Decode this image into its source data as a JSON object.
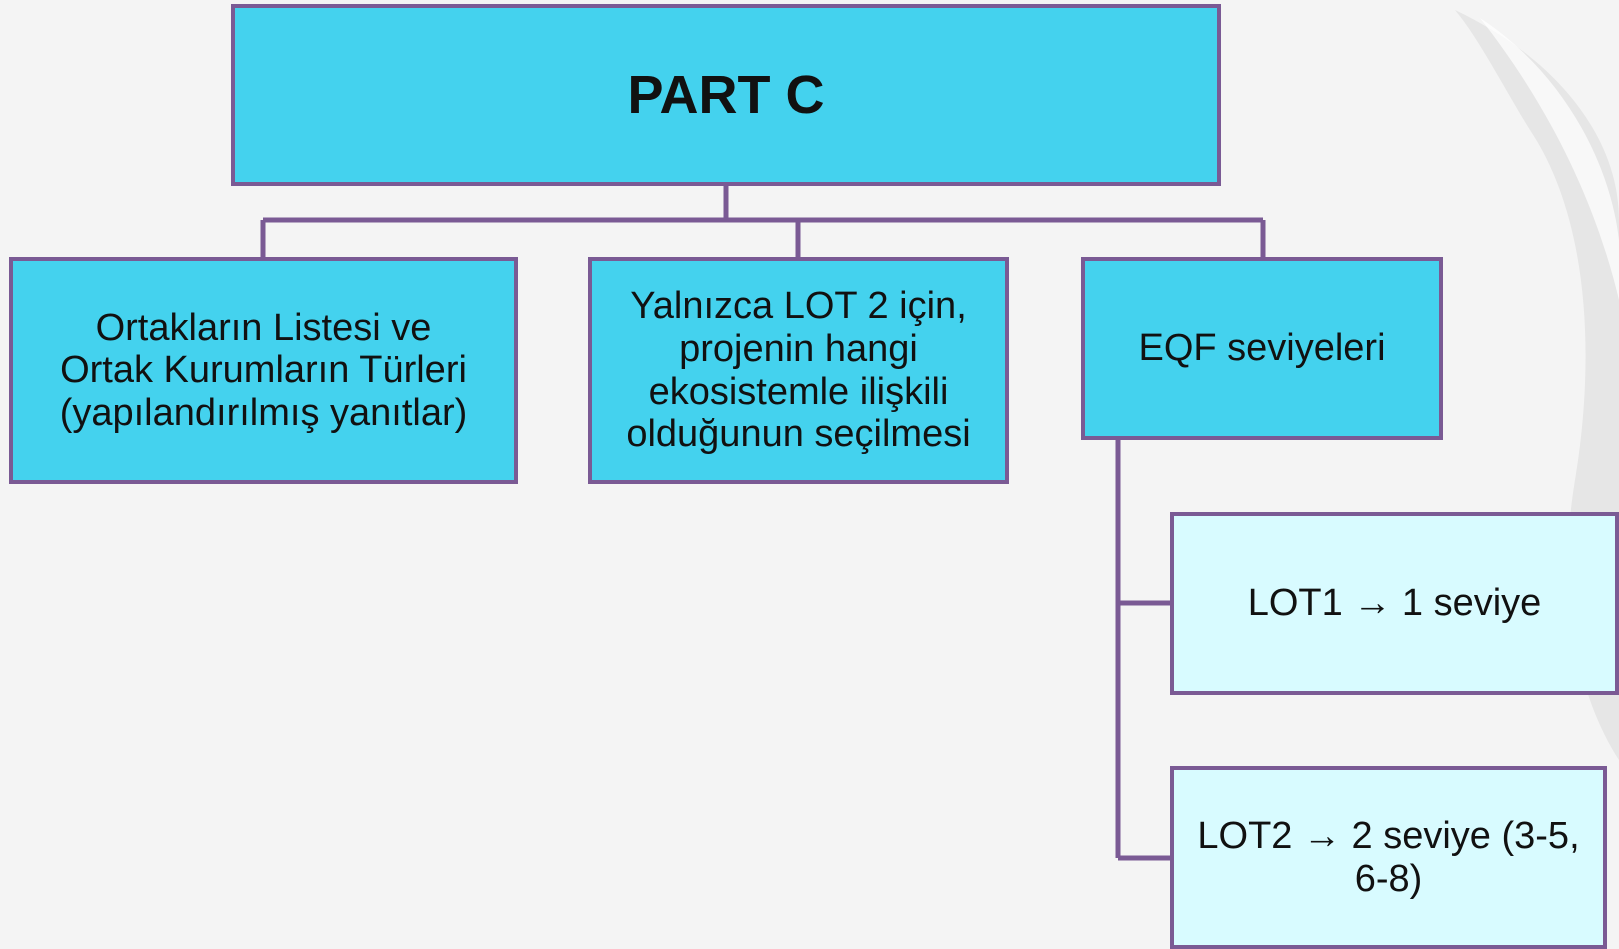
{
  "diagram": {
    "root": {
      "label": "PART C"
    },
    "children": [
      {
        "label": "Ortakların Listesi ve\nOrtak Kurumların Türleri\n(yapılandırılmış yanıtlar)"
      },
      {
        "label": "Yalnızca LOT 2 için,\nprojenin hangi\nekosistemle ilişkili\nolduğunun seçilmesi"
      },
      {
        "label": "EQF seviyeleri"
      }
    ],
    "eqf_children": [
      {
        "label": "LOT1 → 1 seviye"
      },
      {
        "label": "LOT2 → 2 seviye (3-5,\n6-8)"
      }
    ]
  },
  "colors": {
    "background": "#f4f4f4",
    "primary_box": "#44d2ee",
    "secondary_box": "#d8fbff",
    "border": "#7a5a94",
    "connector": "#7a5a94",
    "text": "#111111"
  }
}
